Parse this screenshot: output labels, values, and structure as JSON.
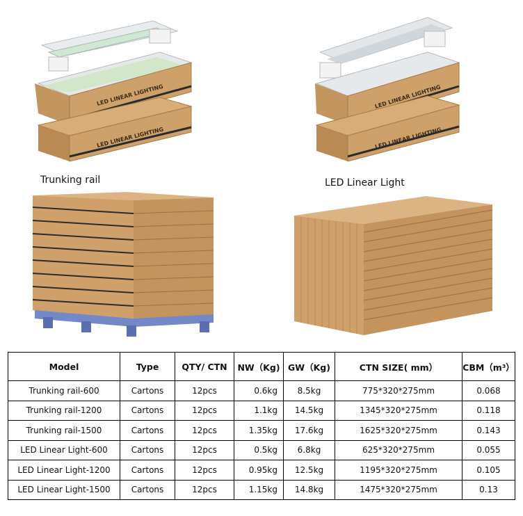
{
  "captions": {
    "left": "Trunking rail",
    "right": "LED Linear Light"
  },
  "carton_print": "LED LINEAR LIGHTING",
  "colors": {
    "cardboard": "#c99e6a",
    "cardboard_dark": "#a77b47",
    "pallet": "#6f86c7"
  },
  "table": {
    "headers": [
      "Model",
      "Type",
      "QTY/ CTN",
      "NW（Kg)",
      "GW（Kg)",
      "CTN SIZE( mm）",
      "CBM（m³）"
    ],
    "rows": [
      [
        "Trunking rail-600",
        "Cartons",
        "12pcs",
        "0.6kg",
        "8.5kg",
        "775*320*275mm",
        "0.068"
      ],
      [
        "Trunking rail-1200",
        "Cartons",
        "12pcs",
        "1.1kg",
        "14.5kg",
        "1345*320*275mm",
        "0.118"
      ],
      [
        "Trunking rail-1500",
        "Cartons",
        "12pcs",
        "1.35kg",
        "17.6kg",
        "1625*320*275mm",
        "0.143"
      ],
      [
        "LED Linear Light-600",
        "Cartons",
        "12pcs",
        "0.5kg",
        "6.8kg",
        "625*320*275mm",
        "0.055"
      ],
      [
        "LED Linear Light-1200",
        "Cartons",
        "12pcs",
        "0.95kg",
        "12.5kg",
        "1195*320*275mm",
        "0.105"
      ],
      [
        "LED Linear Light-1500",
        "Cartons",
        "12pcs",
        "1.15kg",
        "14.8kg",
        "1475*320*275mm",
        "0.13"
      ]
    ]
  }
}
